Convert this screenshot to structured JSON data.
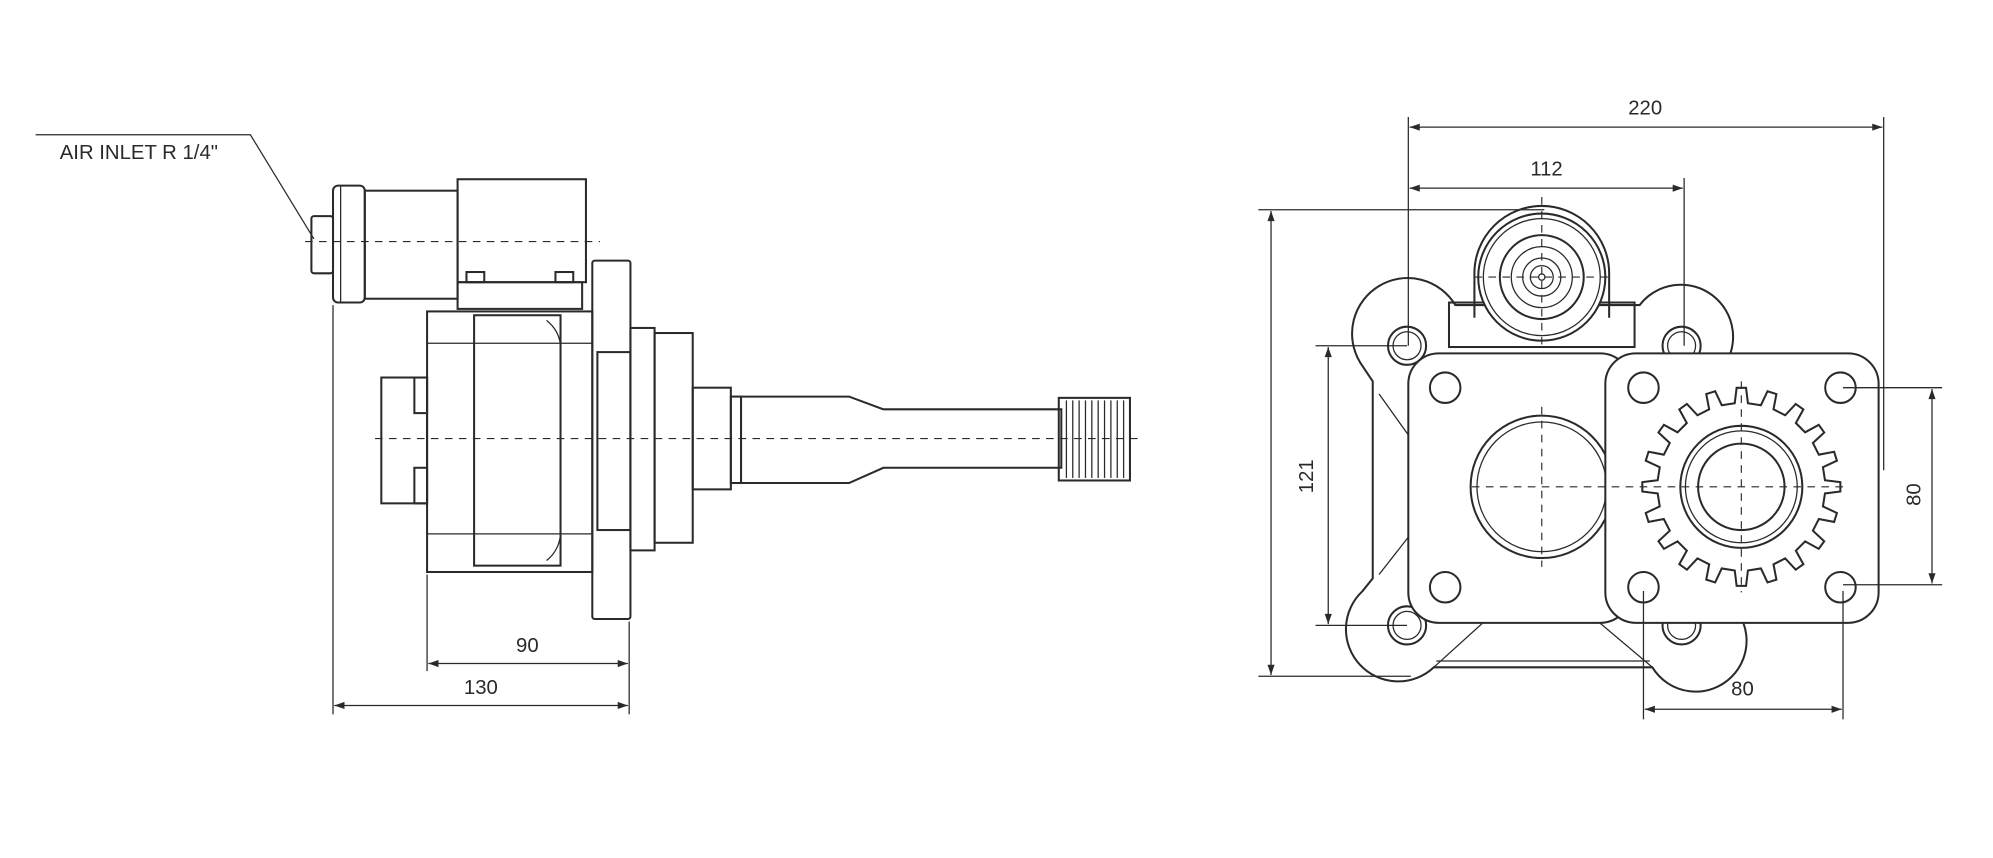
{
  "side_view": {
    "air_inlet_label": "AIR INLET R 1/4\"",
    "dim_90": "90",
    "dim_130": "130"
  },
  "front_view": {
    "dim_220": "220",
    "dim_112": "112",
    "dim_121": "121",
    "dim_80_vertical": "80",
    "dim_80_horizontal": "80",
    "gear_teeth": 20
  },
  "colors": {
    "line": "#2a2a2a",
    "background": "#ffffff"
  }
}
